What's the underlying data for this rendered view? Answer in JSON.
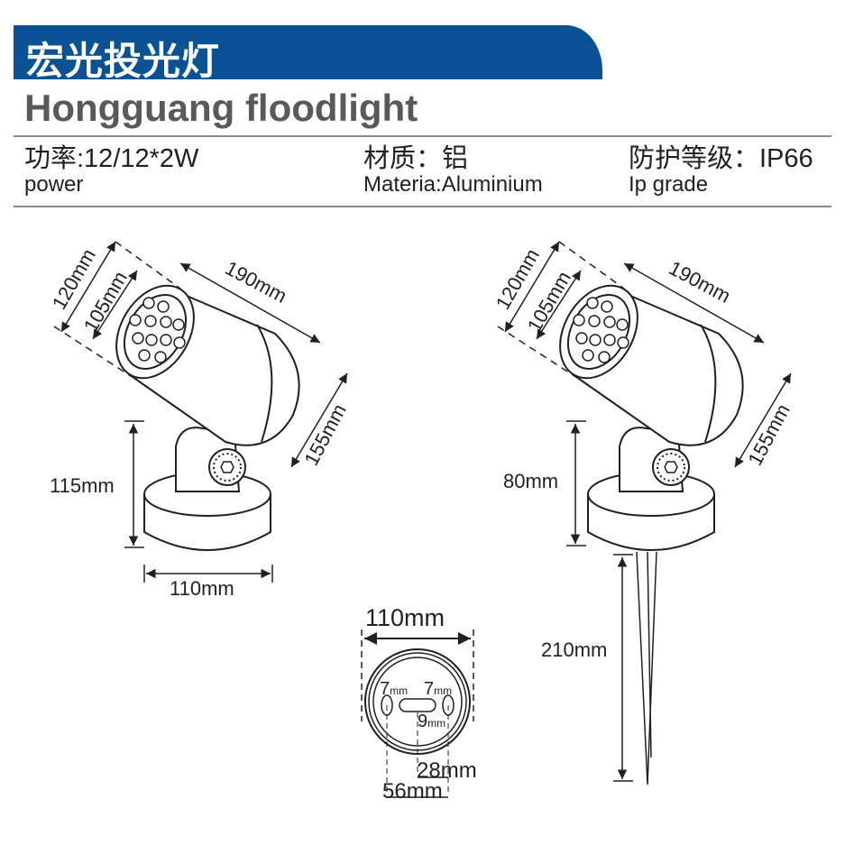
{
  "header": {
    "title_cn": "宏光投光灯",
    "title_en": "Hongguang floodlight",
    "brand_color": "#0a5294"
  },
  "specs": [
    {
      "label_cn": "功率:12/12*2W",
      "label_en": "power"
    },
    {
      "label_cn": "材质：铝",
      "label_en": "Materia:Aluminium"
    },
    {
      "label_cn": "防护等级：IP66",
      "label_en": "Ip grade"
    }
  ],
  "left_drawing": {
    "d_outer": "120mm",
    "d_inner": "105mm",
    "length": "190mm",
    "depth": "155mm",
    "height": "115mm",
    "base_width": "110mm"
  },
  "right_drawing": {
    "d_outer": "120mm",
    "d_inner": "105mm",
    "length": "190mm",
    "depth": "155mm",
    "height": "80mm",
    "spike": "210mm"
  },
  "base_view": {
    "diameter": "110mm",
    "slot_left_num": "7",
    "slot_left_unit": "mm",
    "slot_right_num": "7",
    "slot_right_unit": "mm",
    "slot_gap_num": "9",
    "slot_gap_unit": "mm",
    "half_spacing": "28mm",
    "spacing": "56mm"
  }
}
